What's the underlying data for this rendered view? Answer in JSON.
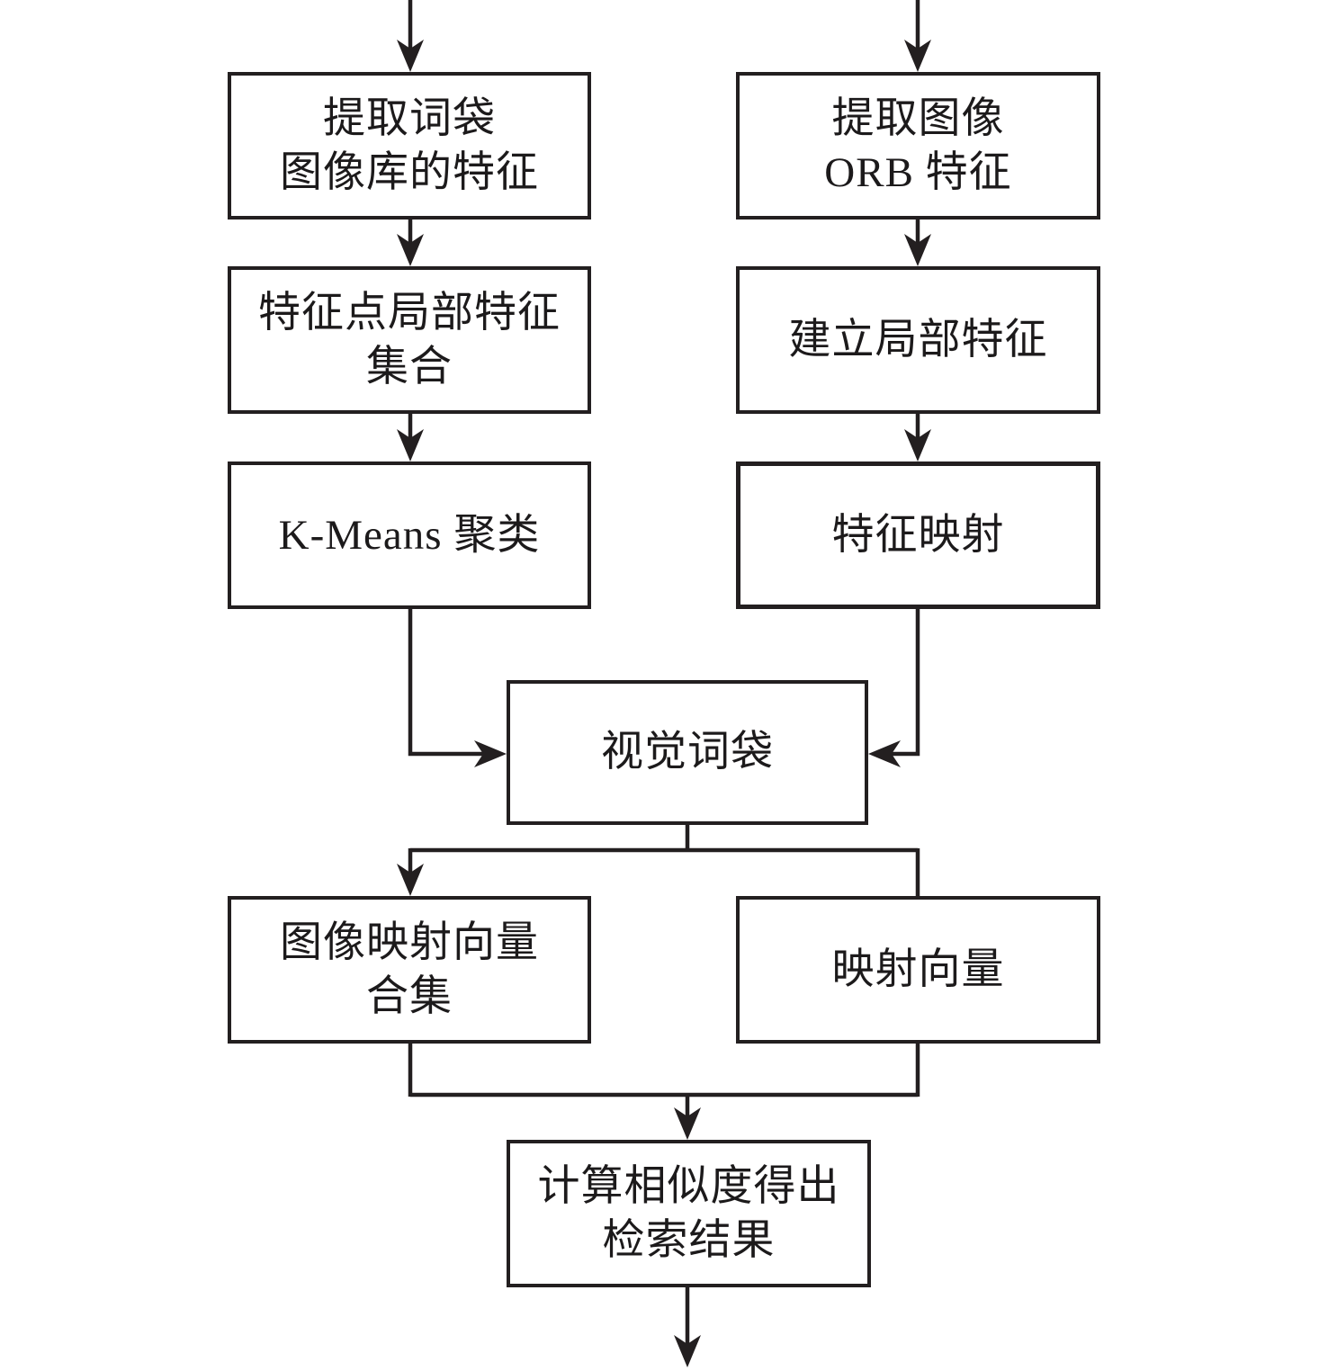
{
  "figure": {
    "type": "flowchart",
    "background_color": "#ffffff",
    "line_color": "#231f20",
    "text_color": "#1c1a1b"
  },
  "nodes": {
    "extract_bow_db_features": {
      "line1": "提取词袋",
      "line2": "图像库的特征"
    },
    "extract_image_orb": {
      "line1": "提取图像",
      "line2": "ORB 特征"
    },
    "feature_point_local_set": {
      "line1": "特征点局部特征",
      "line2": "集合"
    },
    "build_local_features": {
      "line1": "建立局部特征"
    },
    "kmeans_clustering": {
      "line1": "K-Means 聚类"
    },
    "feature_mapping": {
      "line1": "特征映射"
    },
    "visual_bow": {
      "line1": "视觉词袋"
    },
    "image_mapping_vector_set": {
      "line1": "图像映射向量",
      "line2": "合集"
    },
    "mapping_vector": {
      "line1": "映射向量"
    },
    "similarity_result": {
      "line1": "计算相似度得出",
      "line2": "检索结果"
    }
  },
  "edges": [
    {
      "from": "start-left",
      "to": "extract_bow_db_features",
      "arrow": true
    },
    {
      "from": "start-right",
      "to": "extract_image_orb",
      "arrow": true
    },
    {
      "from": "extract_bow_db_features",
      "to": "feature_point_local_set",
      "arrow": true
    },
    {
      "from": "extract_image_orb",
      "to": "build_local_features",
      "arrow": true
    },
    {
      "from": "feature_point_local_set",
      "to": "kmeans_clustering",
      "arrow": true
    },
    {
      "from": "build_local_features",
      "to": "feature_mapping",
      "arrow": true
    },
    {
      "from": "kmeans_clustering",
      "to": "visual_bow",
      "arrow": true
    },
    {
      "from": "feature_mapping",
      "to": "visual_bow",
      "arrow": true
    },
    {
      "from": "visual_bow",
      "to": "image_mapping_vector_set",
      "arrow": true
    },
    {
      "from": "visual_bow",
      "to": "mapping_vector",
      "arrow": false
    },
    {
      "from": "image_mapping_vector_set",
      "to": "similarity_result",
      "arrow": true
    },
    {
      "from": "mapping_vector",
      "to": "similarity_result",
      "arrow": true
    },
    {
      "from": "similarity_result",
      "to": "end",
      "arrow": true
    }
  ]
}
